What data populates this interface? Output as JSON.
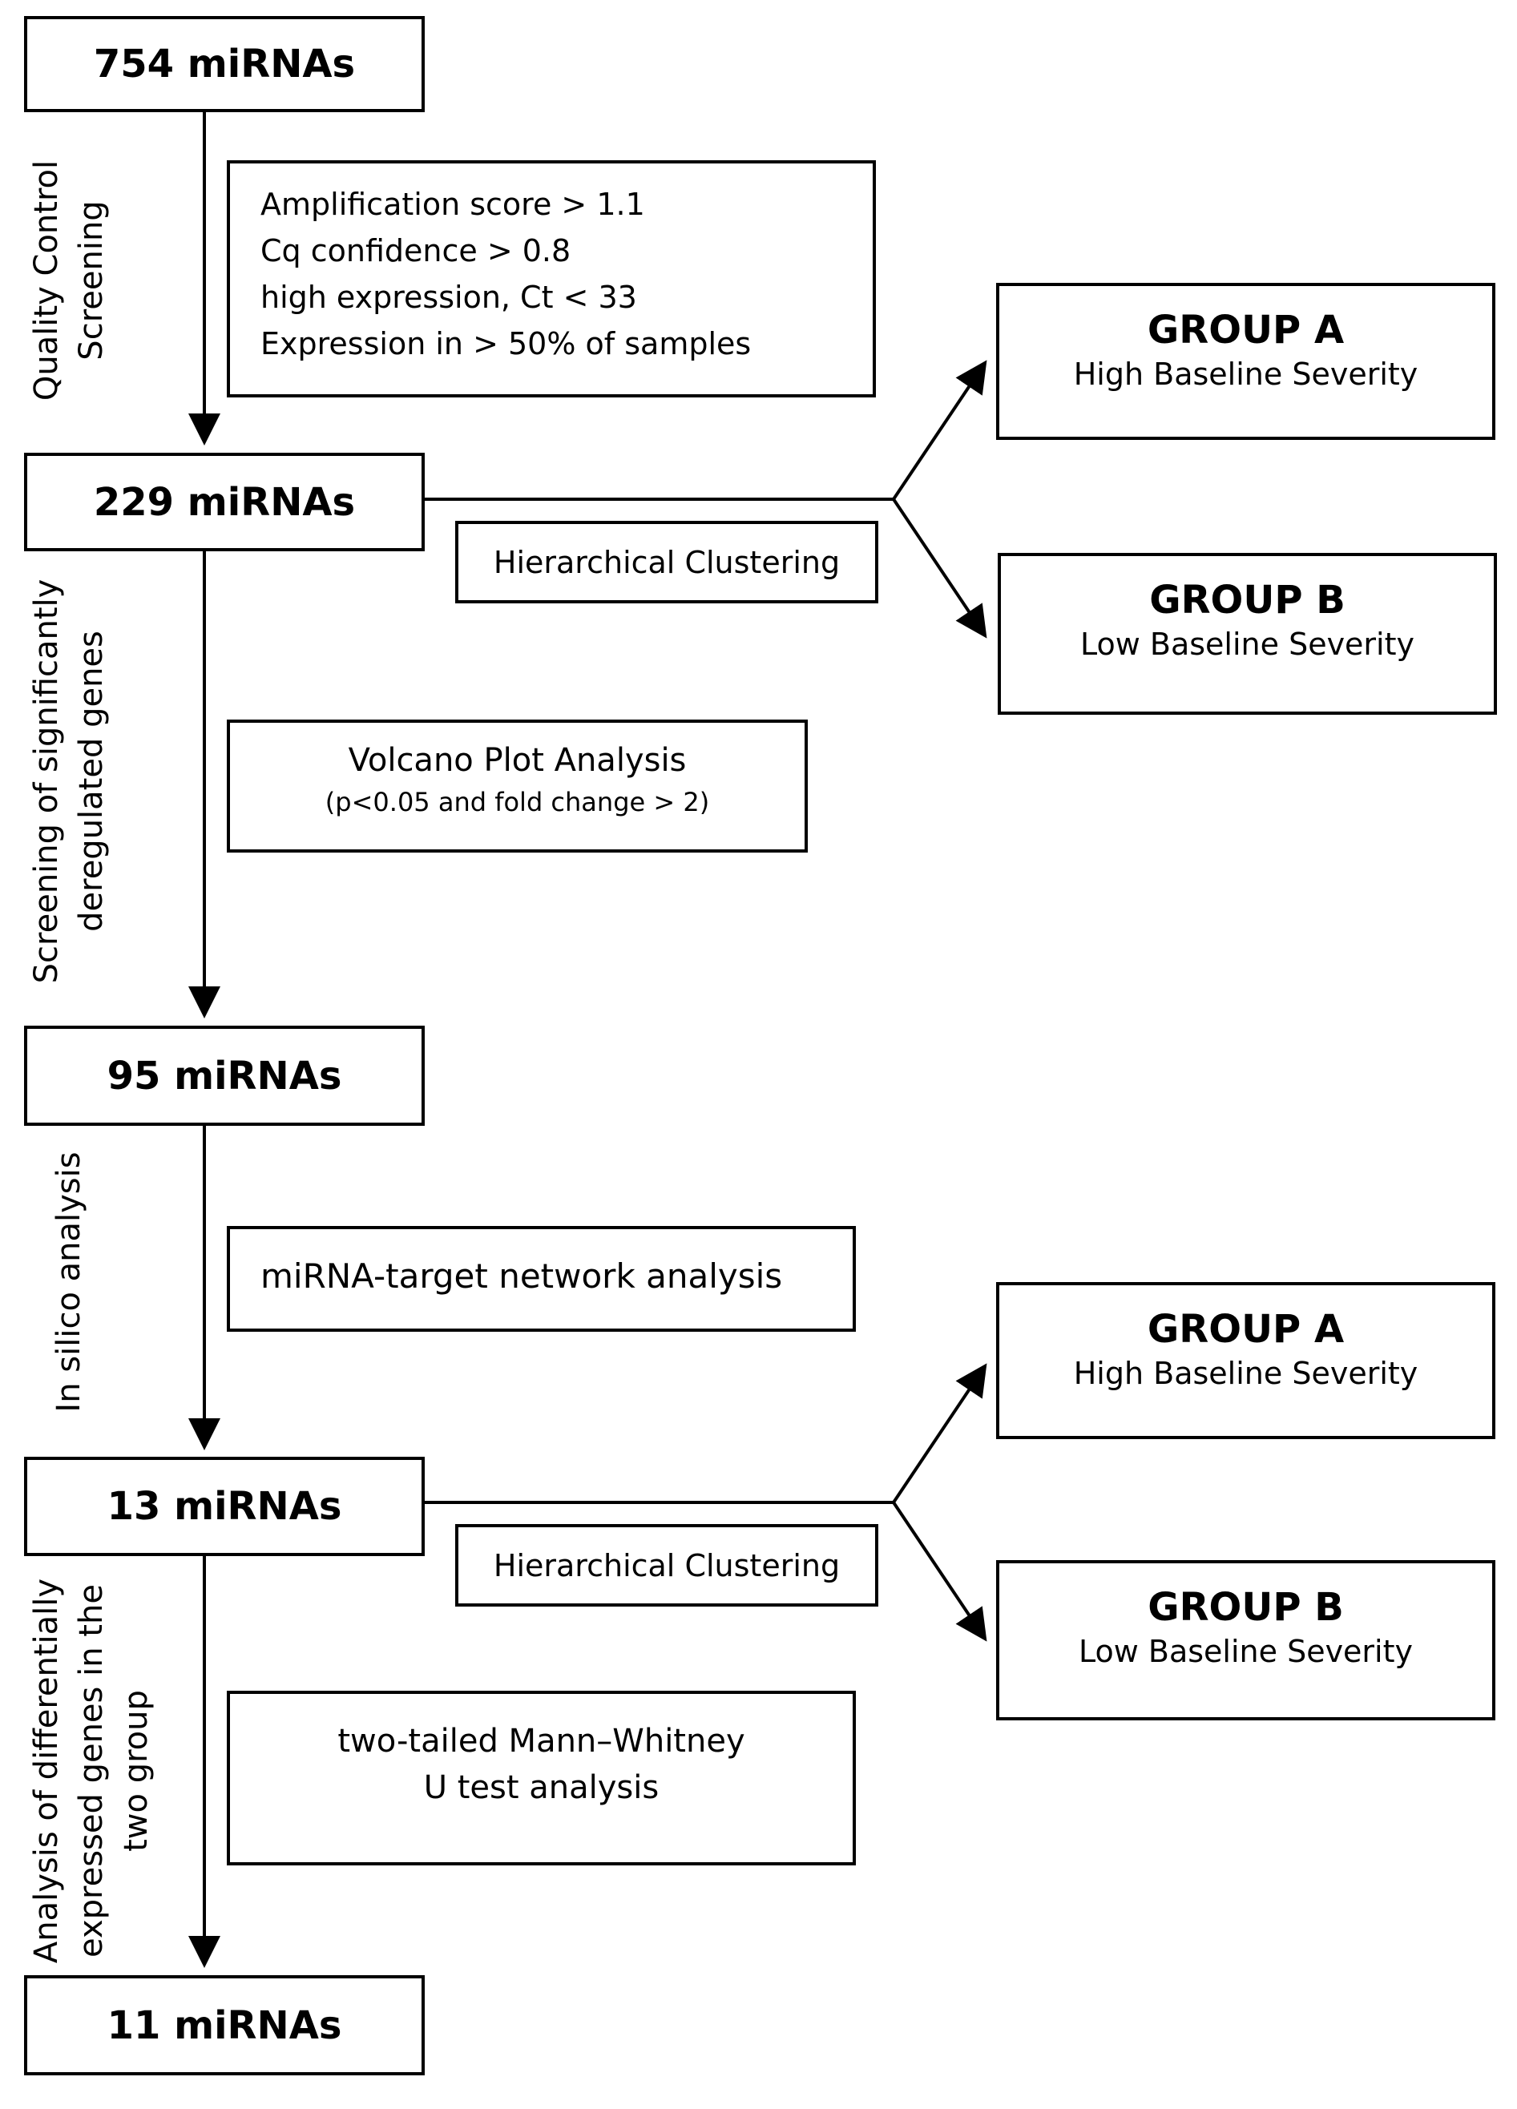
{
  "nodes": {
    "n754": "754 miRNAs",
    "n229": "229 miRNAs",
    "n95": "95 miRNAs",
    "n13": "13 miRNAs",
    "n11": "11 miRNAs"
  },
  "side_labels": {
    "qc": [
      "Quality Control",
      "Screening"
    ],
    "screening": [
      "Screening of significantly",
      "deregulated genes"
    ],
    "insilico": [
      "In silico analysis"
    ],
    "analysis": [
      "Analysis of differentially",
      "expressed genes in the",
      "two group"
    ]
  },
  "criteria": [
    "Amplification score > 1.1",
    "Cq confidence > 0.8",
    "high expression, Ct < 33",
    "Expression in > 50% of samples"
  ],
  "clustering": {
    "first": "Hierarchical Clustering",
    "second": "Hierarchical Clustering"
  },
  "volcano": {
    "title": "Volcano Plot Analysis",
    "criteria": "(p<0.05 and fold change > 2)"
  },
  "network": "miRNA-target network analysis",
  "mannwhitney": [
    "two-tailed Mann–Whitney",
    "U test analysis"
  ],
  "groups": {
    "a1": {
      "title": "GROUP A",
      "subtitle": "High Baseline Severity"
    },
    "b1": {
      "title": "GROUP B",
      "subtitle": "Low Baseline Severity"
    },
    "a2": {
      "title": "GROUP A",
      "subtitle": "High Baseline Severity"
    },
    "b2": {
      "title": "GROUP B",
      "subtitle": "Low Baseline Severity"
    }
  }
}
